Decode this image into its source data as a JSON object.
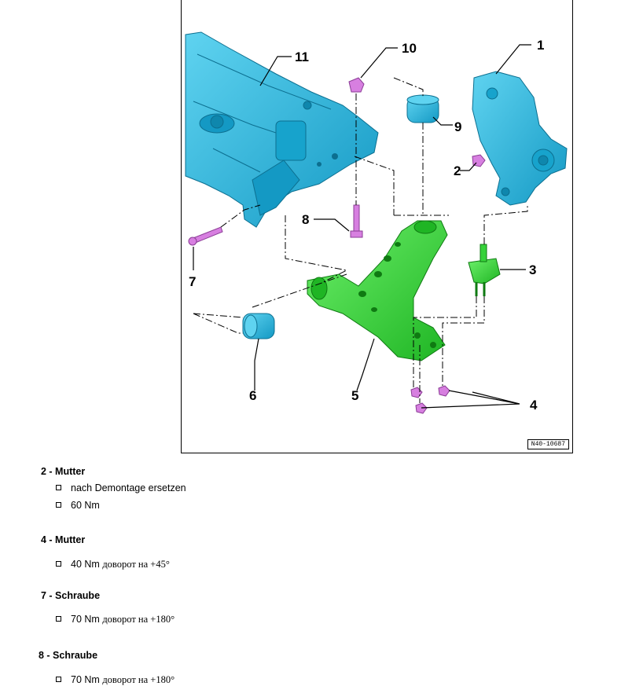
{
  "figure": {
    "code": "N40-10687",
    "callouts": [
      "1",
      "2",
      "3",
      "4",
      "5",
      "6",
      "7",
      "8",
      "9",
      "10",
      "11"
    ]
  },
  "items": [
    {
      "title": "2 - Mutter",
      "lines": [
        {
          "text": "nach Demontage ersetzen",
          "suffix": ""
        },
        {
          "text": "60 Nm",
          "suffix": ""
        }
      ]
    },
    {
      "title": "4 - Mutter",
      "lines": [
        {
          "text": "40 Nm",
          "suffix": "доворот на +45°"
        }
      ]
    },
    {
      "title": "7 - Schraube",
      "lines": [
        {
          "text": "70 Nm",
          "suffix": "доворот на +180°"
        }
      ]
    },
    {
      "title": "8 - Schraube",
      "lines": [
        {
          "text": "70 Nm",
          "suffix": "доворот на +180°"
        }
      ]
    }
  ],
  "colors": {
    "frame_blue": "#1fb0d8",
    "arm_green": "#36d23a",
    "fastener_pink": "#d77fe0"
  }
}
